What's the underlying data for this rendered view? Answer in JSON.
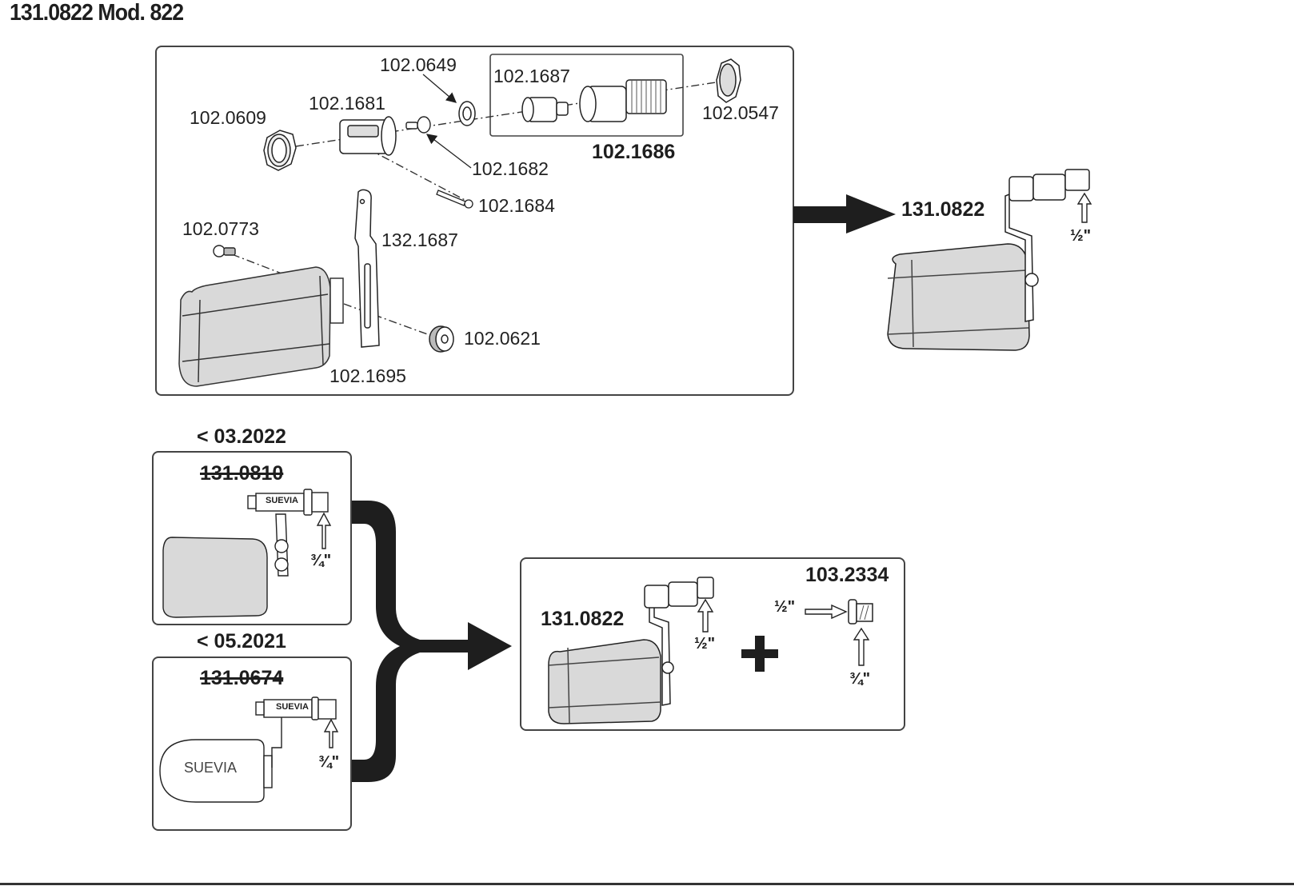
{
  "title": "131.0822 Mod. 822",
  "exploded_view": {
    "parts": [
      {
        "id": "nut-left",
        "label": "102.0609"
      },
      {
        "id": "valve-body",
        "label": "102.1681"
      },
      {
        "id": "washer",
        "label": "102.0649"
      },
      {
        "id": "piston",
        "label": "102.1682"
      },
      {
        "id": "pin",
        "label": "102.1684"
      },
      {
        "id": "nozzle",
        "label": "102.1687"
      },
      {
        "id": "connector",
        "label": "102.1686"
      },
      {
        "id": "nut-right",
        "label": "102.0547"
      },
      {
        "id": "screw",
        "label": "102.0773"
      },
      {
        "id": "arm",
        "label": "132.1687"
      },
      {
        "id": "float",
        "label": "102.1695"
      },
      {
        "id": "knob",
        "label": "102.0621"
      }
    ],
    "subassembly_label": "102.1686"
  },
  "assembled": {
    "label": "131.0822",
    "thread": "½\""
  },
  "legacy": [
    {
      "date": "< 03.2022",
      "part": "131.0810",
      "thread": "¾\"",
      "brand": "SUEVIA"
    },
    {
      "date": "< 05.2021",
      "part": "131.0674",
      "thread": "¾\"",
      "brand": "SUEVIA"
    }
  ],
  "replacement": {
    "part": "131.0822",
    "thread": "½\"",
    "adapter": "103.2334",
    "adapter_in": "½\"",
    "adapter_out": "¾\"",
    "plus": "+"
  },
  "colors": {
    "ink": "#1e1e1e",
    "float_fill": "#d9d9d9",
    "frame": "#444444"
  }
}
